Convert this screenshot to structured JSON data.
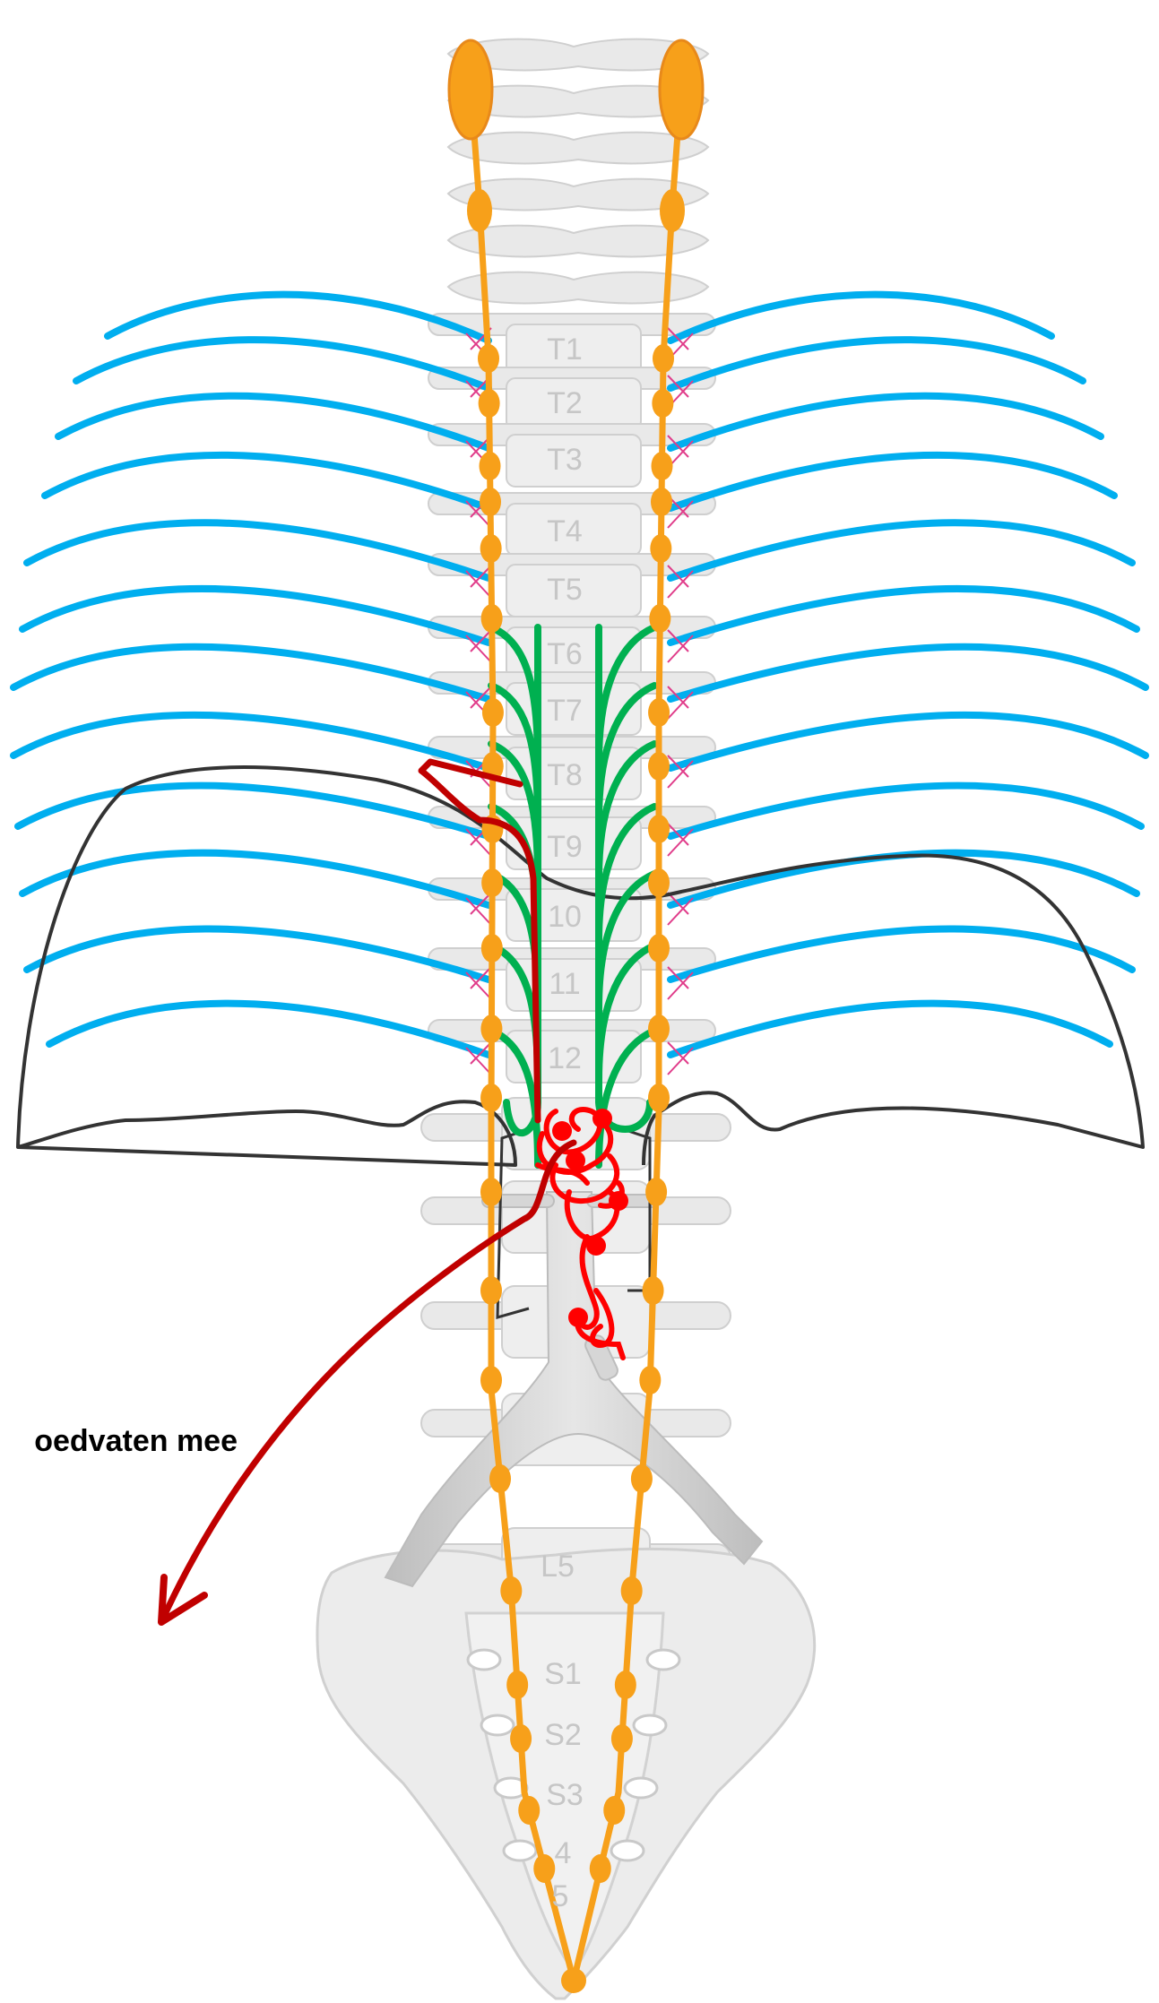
{
  "vertebra_labels": {
    "thoracic": [
      "T1",
      "T2",
      "T3",
      "T4",
      "T5",
      "T6",
      "T7",
      "T8",
      "T9",
      "10",
      "11",
      "12"
    ],
    "lumbar": [
      "L5"
    ],
    "sacral": [
      "S1",
      "S2",
      "S3",
      "4",
      "5"
    ]
  },
  "caption": {
    "text": "oedvaten mee"
  },
  "colors": {
    "bone": "#e9e9e9",
    "bone_outline": "#cfcfcf",
    "vertebra_label": "#c6c6c6",
    "intercostal_nerve": "#00aeef",
    "sympathetic_trunk": "#f7a01a",
    "ganglion": "#f7a01a",
    "ganglion_dark": "#e8891a",
    "splanchnic_nerve": "#00b050",
    "ramus": "#e03c8a",
    "diaphragm": "#333333",
    "aorta": "#d0d0d0",
    "plexus": "#ff0000",
    "vessel_arrow": "#c00000",
    "caption_text": "#000000"
  },
  "icons": [
    "arrow-head-icon"
  ]
}
